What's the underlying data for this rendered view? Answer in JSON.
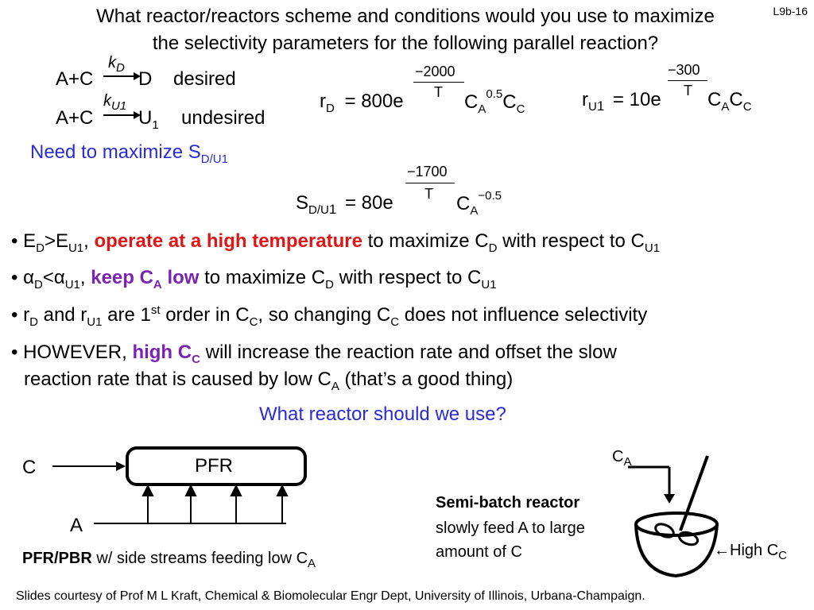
{
  "slide_number": "L9b-16",
  "title": {
    "line1": "What reactor/reactors scheme and conditions would you use to maximize",
    "line2": "the selectivity parameters for the following parallel reaction?"
  },
  "reactions": {
    "r1_reactants": "A+C",
    "r1_k": "k",
    "r1_k_sub": "D",
    "r1_product": "D",
    "r1_note": "desired",
    "r2_reactants": "A+C",
    "r2_k": "k",
    "r2_k_sub": "U1",
    "r2_product": "U",
    "r2_product_sub": "1",
    "r2_note": "undesired"
  },
  "need": {
    "text": "Need to maximize S",
    "sub": "D/U1"
  },
  "rate_d": {
    "r": "r",
    "r_sub": "D",
    "eq": "= 800e",
    "exp_num": "−2000",
    "exp_den": "T",
    "ca": "C",
    "ca_sub": "A",
    "ca_exp": "0.5",
    "cc": "C",
    "cc_sub": "C"
  },
  "rate_u": {
    "r": "r",
    "r_sub": "U",
    "r_sub2": "1",
    "eq": "= 10e",
    "exp_num": "−300",
    "exp_den": "T",
    "ca": "C",
    "ca_sub": "A",
    "cc": "C",
    "cc_sub": "C"
  },
  "selectivity": {
    "s": "S",
    "s_sub": "D/U",
    "s_sub2": "1",
    "eq": "= 80e",
    "exp_num": "−1700",
    "exp_den": "T",
    "ca": "C",
    "ca_sub": "A",
    "ca_exp": "−0.5"
  },
  "bullets": {
    "b1": {
      "dot": "•",
      "e": "E",
      "e_sub": "D",
      "gt": ">E",
      "e2_sub": "U1",
      "comma": ",",
      "highlight": "operate at a high temperature",
      "rest": "to maximize C",
      "rest_sub": "D",
      "rest2": "with respect to C",
      "rest2_sub": "U1"
    },
    "b2": {
      "dot": "•",
      "alpha": "α",
      "a_sub": "D",
      "lt": "<α",
      "a2_sub": "U1",
      "comma": ",",
      "highlight": "keep C",
      "highlight_sub": "A",
      "highlight2": "low",
      "rest": "to maximize C",
      "rest_sub": "D",
      "rest2": "with respect to C",
      "rest2_sub": "U1"
    },
    "b3": {
      "dot": "•",
      "r": "r",
      "r_sub": "D",
      "and": "and r",
      "r2_sub": "U1",
      "are": "are 1",
      "sup": "st",
      "order": "order in C",
      "order_sub": "C",
      "rest": ", so changing C",
      "rest_sub": "C",
      "rest2": "does not influence selectivity"
    },
    "b4": {
      "dot": "•",
      "lead": "HOWEVER,",
      "highlight": "high C",
      "highlight_sub": "C",
      "rest": "will increase the reaction rate and offset the slow",
      "line2": "reaction rate that is caused by low C",
      "line2_sub": "A",
      "line2_end": "(that’s a good thing)"
    }
  },
  "question": "What reactor should we use?",
  "pfr": {
    "label": "PFR",
    "feed_c": "C",
    "feed_a": "A",
    "caption_bold": "PFR/PBR",
    "caption": "w/ side streams feeding low C",
    "caption_sub": "A"
  },
  "semibatch": {
    "title": "Semi-batch reactor",
    "line2": "slowly feed A to large",
    "line3": "amount of C",
    "feed_label": "C",
    "feed_sub": "A",
    "arrow": "←",
    "high": "High C",
    "high_sub": "C"
  },
  "footer": "Slides courtesy of Prof M L Kraft, Chemical & Biomolecular Engr Dept, University of Illinois, Urbana-Champaign."
}
